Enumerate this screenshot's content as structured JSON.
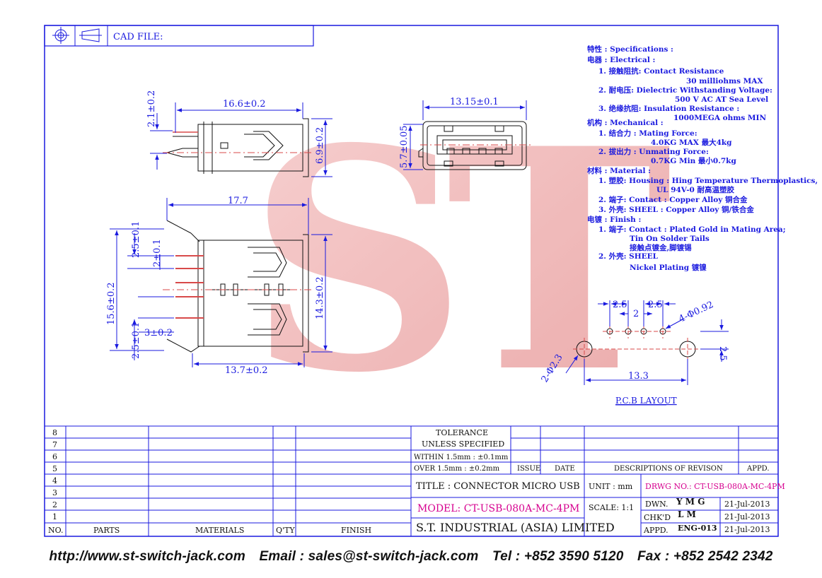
{
  "header": {
    "cad_file_label": "CAD FILE:"
  },
  "watermark": "ST",
  "dims": {
    "side_width": "16.6±0.2",
    "side_top": "2.1±0.2",
    "side_height": "6.9±0.2",
    "front_width": "13.15±0.1",
    "front_height": "5.7±0.05",
    "top_overall": "17.7",
    "top_pitch_outer": "2.5±0.1",
    "top_pitch_inner": "2±0.1",
    "top_total_height": "15.6±0.2",
    "top_shell_height": "14.3±0.2",
    "top_post": "3±0.2",
    "top_pitch_bottom": "2.5±0.1",
    "top_body_width": "13.7±0.2"
  },
  "specs": [
    "特性 : Specifications :",
    "电器 : Electrical :",
    "1. 接触阻抗: Contact Resistance",
    "30 milliohms MAX",
    "2. 耐电压: Dielectric Withstanding Voltage:",
    "500 V AC AT Sea Level",
    "3. 绝缘抗阻: Insulation Resistance :",
    "1000MEGA ohms MIN",
    "机构 : Mechanical :",
    "1. 结合力 : Mating Force:",
    "4.0KG MAX 最大4kg",
    "2. 拔出力 : Unmating Force:",
    "0.7KG Min 最小0.7kg",
    "材料 : Material :",
    "1. 塑胶: Housing : Hing Temperature Thermoplastics,",
    "UL 94V-0 耐高温塑胶",
    "2. 端子: Contact : Copper Alloy 铜合金",
    "3. 外壳: SHEEL : Copper Alloy 铜/铁合金",
    "电镀 : Finish :",
    "1. 端子: Contact : Plated Gold in Mating Area;",
    "Tin On Solder Tails",
    "接触点镀金,脚镀锡",
    "2. 外壳: SHEEL",
    "Nickel Plating 镀镍"
  ],
  "pcb": {
    "caption": "P.C.B LAYOUT",
    "pitch_left": "2.5",
    "pitch_mid": "2",
    "pitch_right": "2.5",
    "pin_hole": "4-Φ0.92",
    "row_offset": "2.5",
    "post_hole": "2-Φ2.3",
    "post_span": "13.3"
  },
  "bom": {
    "rows": [
      "8",
      "7",
      "6",
      "5",
      "4",
      "3",
      "2",
      "1"
    ],
    "headers": {
      "no": "NO.",
      "parts": "PARTS",
      "materials": "MATERIALS",
      "qty": "Q'TY",
      "finish": "FINISH"
    }
  },
  "title_block": {
    "tolerance": "TOLERANCE",
    "unless_specified": "UNLESS   SPECIFIED",
    "within": "WITHIN  1.5mm : ±0.1mm",
    "over": "OVER    1.5mm : ±0.2mm",
    "issue": "ISSUE",
    "date": "DATE",
    "descriptions": "DESCRIPTIONS  OF  REVISON",
    "appd": "APPD.",
    "title": "TITLE : CONNECTOR MICRO USB",
    "unit": "UNIT :   mm",
    "drwg_no": "DRWG NO.: CT-USB-080A-MC-4PM",
    "model": "MODEL: CT-USB-080A-MC-4PM",
    "scale": "SCALE:   1:1",
    "dwn_label": "DWN.",
    "dwn_value": "Y M G",
    "dwn_date": "21-Jul-2013",
    "chk_label": "CHK'D",
    "chk_value": "L M",
    "chk_date": "21-Jul-2013",
    "appd_label": "APPD.",
    "appd_value": "ENG-013",
    "appd_date": "21-Jul-2013",
    "company": "S.T.  INDUSTRIAL  (ASIA)  LIMITED"
  },
  "footer": {
    "url": "http://www.st-switch-jack.com",
    "email": "Email : sales@st-switch-jack.com",
    "tel": "Tel : +852 3590 5120",
    "fax": "Fax : +852 2542 2342"
  },
  "colors": {
    "frame": "#1a1adf",
    "dim": "#1a1adf",
    "magenta": "#d6008f",
    "watermark": "#f2b9b9",
    "outline": "#111111",
    "pin": "#d84a4a"
  }
}
